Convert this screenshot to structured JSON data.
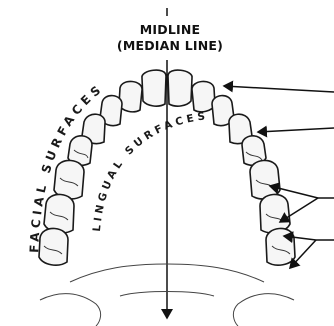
{
  "midline": {
    "title_line1": "MIDLINE",
    "title_line2": "(MEDIAN LINE)"
  },
  "surfaces": {
    "facial": "FACIAL SURFACES",
    "lingual": "LINGUAL SURFACES"
  },
  "colors": {
    "ink": "#1a1a1a",
    "tooth_fill": "#f6f6f6",
    "background": "#ffffff"
  }
}
